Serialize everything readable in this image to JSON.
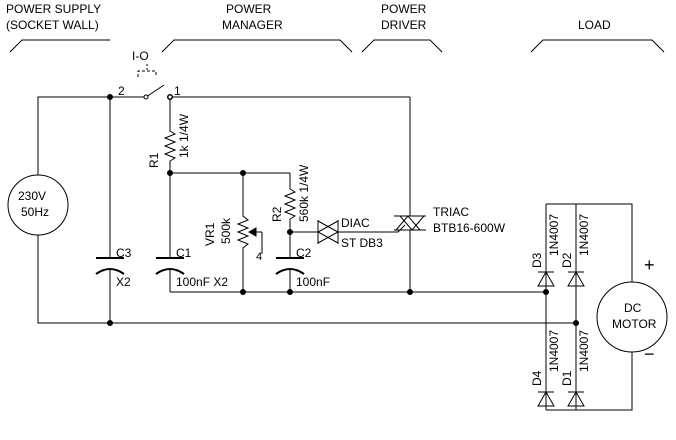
{
  "sections": {
    "power_supply": [
      "POWER SUPPLY",
      "(SOCKET WALL)"
    ],
    "power_manager": [
      "POWER",
      "MANAGER"
    ],
    "power_driver": [
      "POWER",
      "DRIVER"
    ],
    "load": "LOAD"
  },
  "switch": {
    "label": "I-O",
    "pin2": "2",
    "pin1": "1"
  },
  "source": {
    "voltage": "230V",
    "freq": "50Hz"
  },
  "c3": {
    "ref": "C3",
    "value": "X2"
  },
  "r1": {
    "ref": "R1",
    "value": "1k 1/4W"
  },
  "c1": {
    "ref": "C1",
    "value": "100nF X2"
  },
  "vr1": {
    "ref": "VR1",
    "value": "500k"
  },
  "r2": {
    "ref": "R2",
    "value": "560k 1/4W"
  },
  "c2": {
    "ref": "C2",
    "value": "100nF"
  },
  "diac": {
    "ref": "DIAC",
    "value": "ST DB3"
  },
  "triac": {
    "ref": "TRIAC",
    "value": "BTB16-600W"
  },
  "d3": {
    "ref": "D3",
    "value": "1N4007"
  },
  "d2": {
    "ref": "D2",
    "value": "1N4007"
  },
  "d4": {
    "ref": "D4",
    "value": "1N4007"
  },
  "d1": {
    "ref": "D1",
    "value": "1N4007"
  },
  "motor": {
    "line1": "DC",
    "line2": "MOTOR",
    "plus": "+",
    "minus": "−"
  }
}
